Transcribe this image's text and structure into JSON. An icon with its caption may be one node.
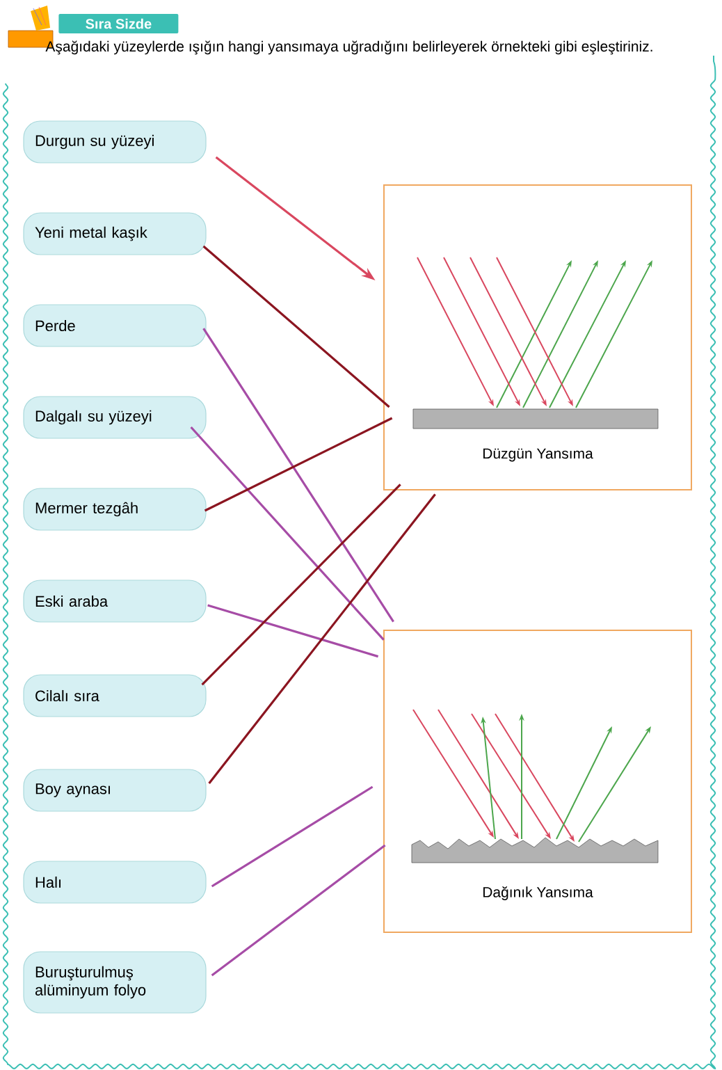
{
  "diagram": {
    "title": "Sıra Sizde",
    "nodes": [
      {
        "text": [
          "Durgun su yüzeyi"
        ]
      },
      {
        "text": [
          "Yeni metal kaşık"
        ]
      },
      {
        "text": [
          "Perde"
        ]
      },
      {
        "text": [
          "Dalgalı su yüzeyi"
        ]
      },
      {
        "text": [
          "Mermer tezgâh"
        ]
      },
      {
        "text": [
          "Eski araba"
        ]
      },
      {
        "text": [
          "Cilalı sıra"
        ]
      },
      {
        "text": [
          "Boy aynası"
        ]
      },
      {
        "text": [
          "Halı"
        ]
      },
      {
        "text": [
          "Buruşturulmuş alüminyum folyo"
        ]
      },
      {
        "text": [
          "Düzgün Yansıma"
        ]
      },
      {
        "text": [
          "Dağınık Yansıma"
        ]
      }
    ],
    "edges": [
      {
        "from": 0,
        "to": 10,
        "arrow": "to",
        "color": "#d9475f"
      },
      {
        "from": 1,
        "to": 10,
        "arrow": "none",
        "color": "#8b1520"
      },
      {
        "from": 2,
        "to": 11,
        "arrow": "none"
      },
      {
        "from": 3,
        "to": 11,
        "arrow": "none"
      },
      {
        "from": 4,
        "to": 10,
        "arrow": "none",
        "color": "#8b1520"
      },
      {
        "from": 5,
        "to": 11,
        "arrow": "none"
      },
      {
        "from": 6,
        "to": 10,
        "arrow": "none",
        "color": "#8b1520"
      },
      {
        "from": 7,
        "to": 10,
        "arrow": "none",
        "color": "#8b1520"
      },
      {
        "from": 8,
        "to": 11,
        "arrow": "none"
      },
      {
        "from": 9,
        "to": 11,
        "arrow": "none"
      }
    ],
    "labels": [
      "Aşağıdaki yüzeylerde ışığın hangi yansımaya uğradığını belirleyerek örnekteki gibi eşleştiriniz."
    ]
  }
}
